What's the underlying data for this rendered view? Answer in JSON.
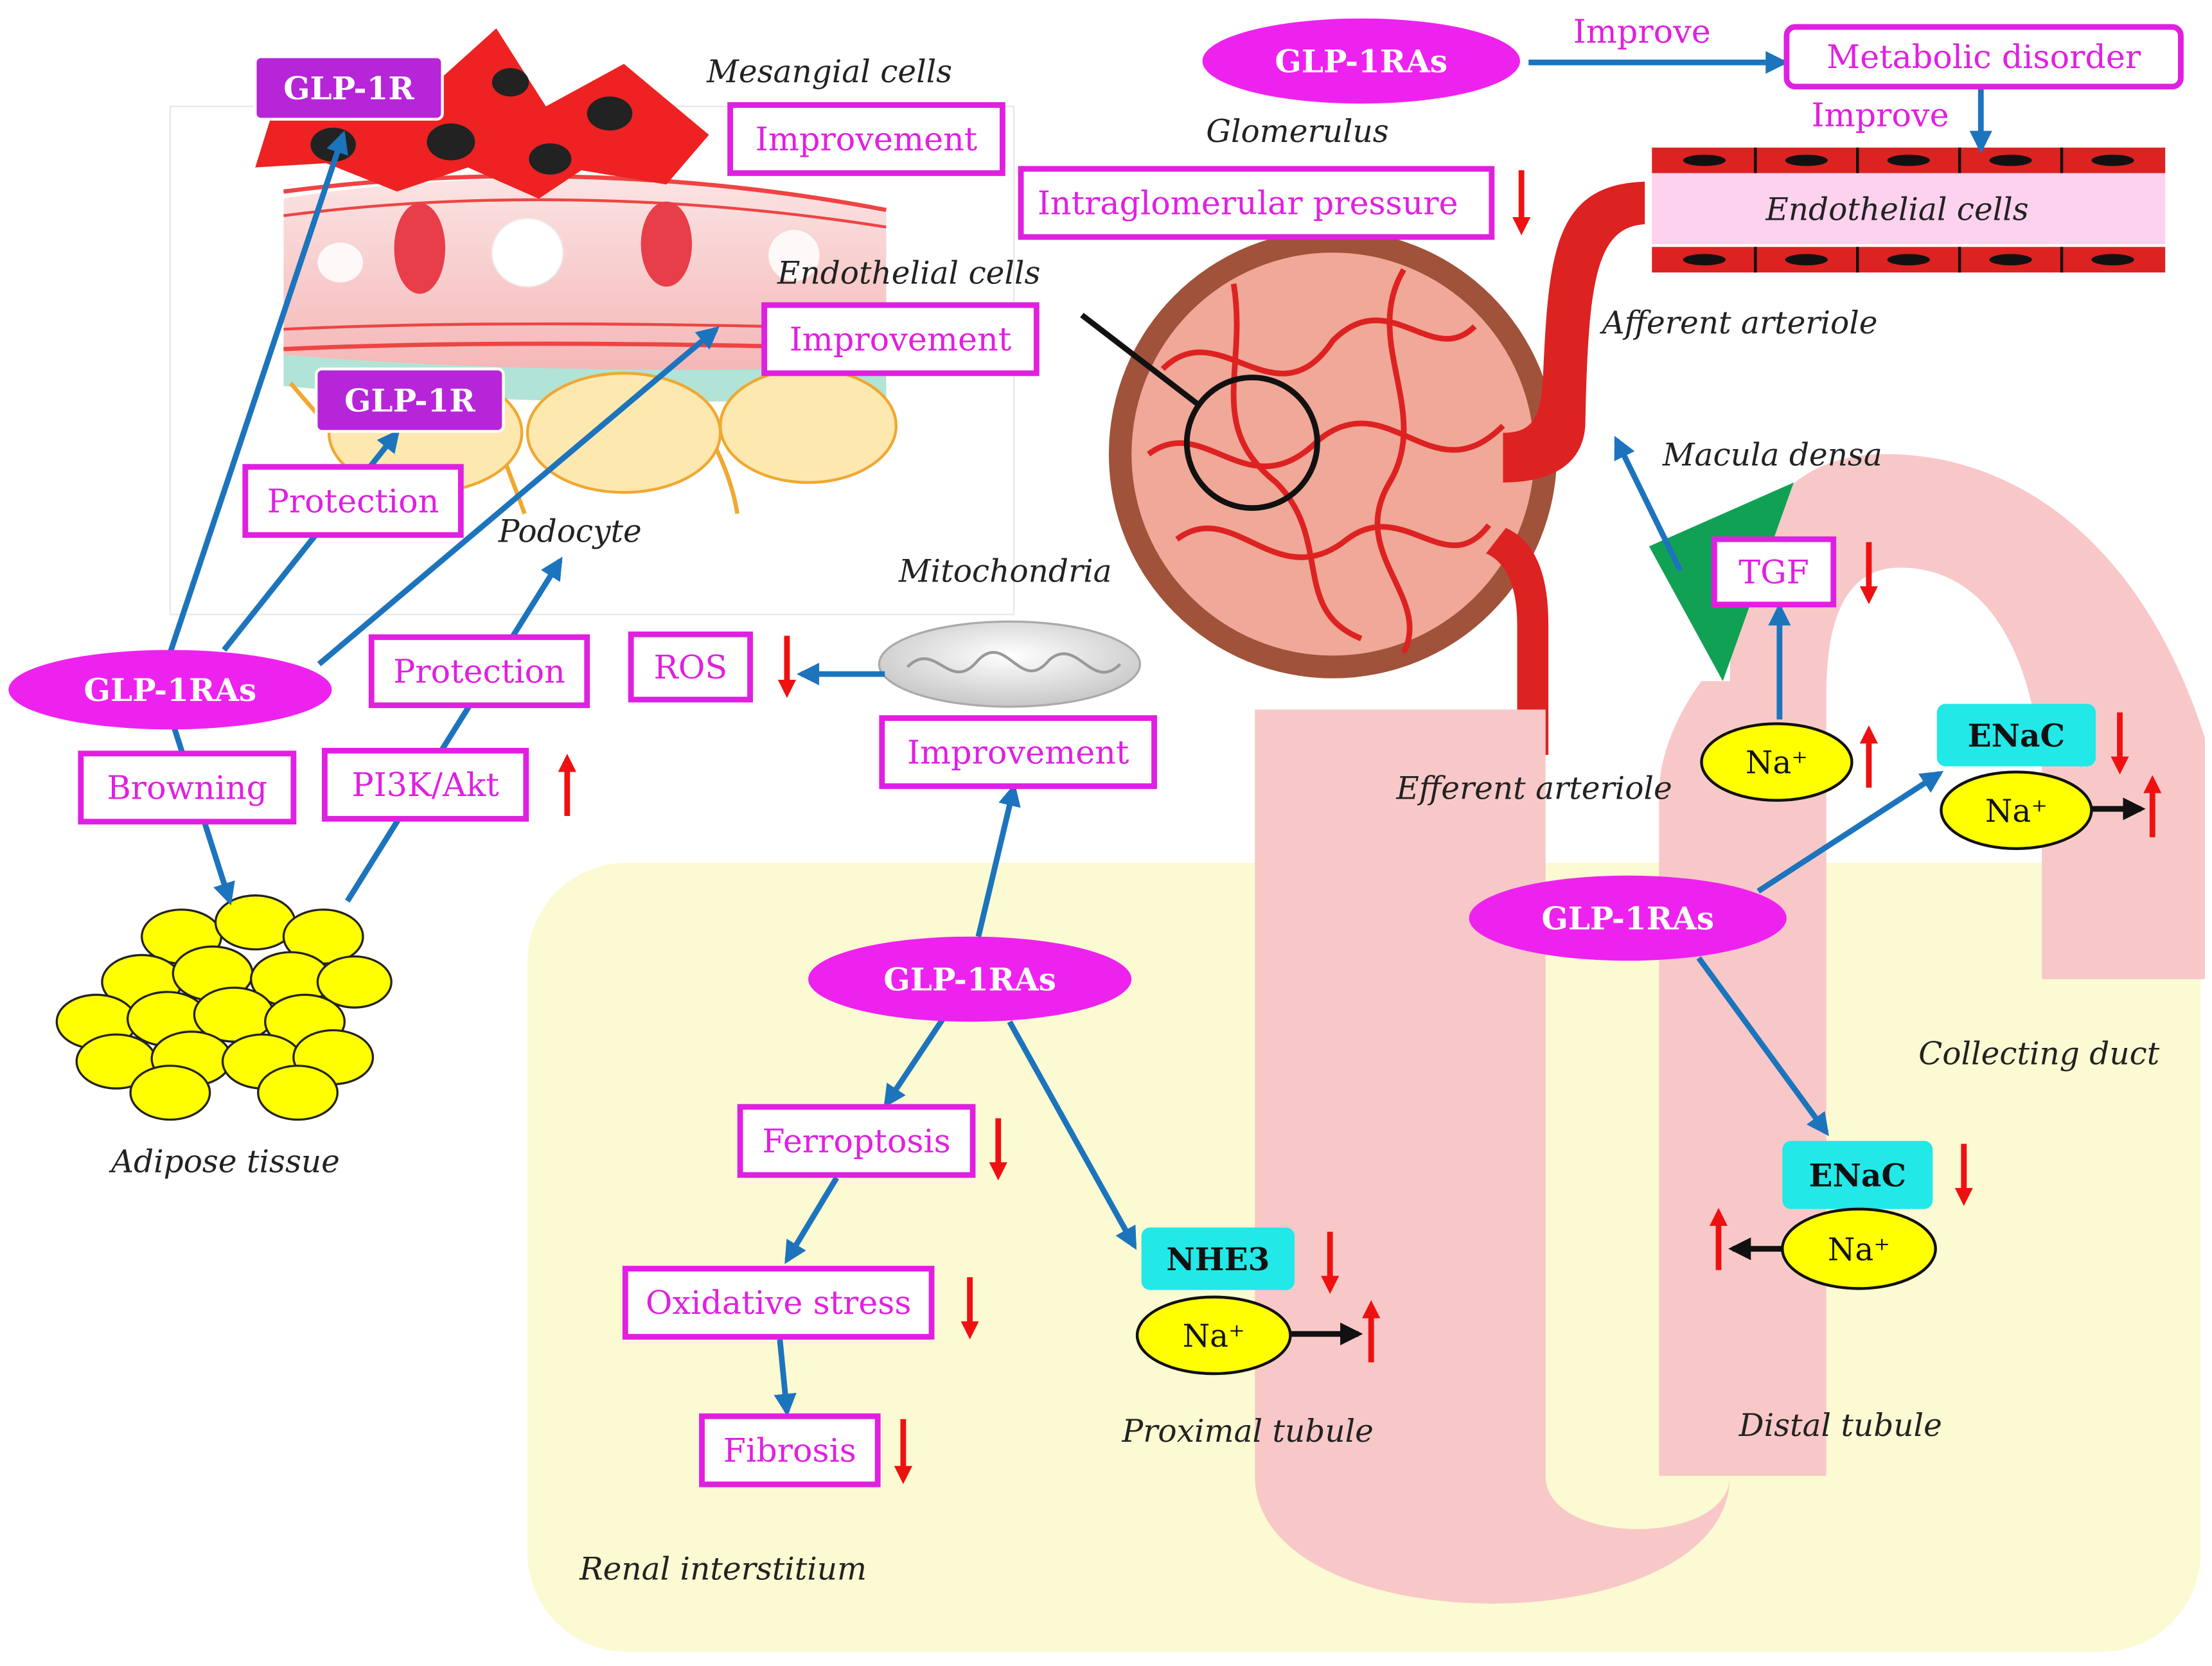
{
  "labels": {
    "mesangial": "Mesangial cells",
    "glomerulus": "Glomerulus",
    "endothelial_left": "Endothelial cells",
    "endothelial_right": "Endothelial cells",
    "podocyte": "Podocyte",
    "mitochondria": "Mitochondria",
    "afferent": "Afferent arteriole",
    "efferent": "Efferent arteriole",
    "macula": "Macula densa",
    "adipose": "Adipose tissue",
    "collecting": "Collecting duct",
    "distal": "Distal tubule",
    "proximal": "Proximal tubule",
    "interstitium": "Renal interstitium"
  },
  "drugs": {
    "left": "GLP-1RAs",
    "top": "GLP-1RAs",
    "center": "GLP-1RAs",
    "right": "GLP-1RAs"
  },
  "receptors": {
    "top": "GLP-1R",
    "podocyte": "GLP-1R"
  },
  "boxes": {
    "improvement_mesangial": "Improvement",
    "improvement_endothelial": "Improvement",
    "protection_podocyte": "Protection",
    "protection_pi3k": "Protection",
    "browning": "Browning",
    "pi3k": "PI3K/Akt",
    "ros": "ROS",
    "improvement_mito": "Improvement",
    "pressure": "Intraglomerular pressure",
    "metabolic": "Metabolic disorder",
    "tgf": "TGF",
    "ferroptosis": "Ferroptosis",
    "oxidative": "Oxidative stress",
    "fibrosis": "Fibrosis"
  },
  "arrow_text": {
    "improve_top": "Improve",
    "improve_right": "Improve"
  },
  "transporters": {
    "enac_top": "ENaC",
    "enac_bottom": "ENaC",
    "nhe3": "NHE3"
  },
  "ions": {
    "na_tgf": "Na⁺",
    "na_enac_top": "Na⁺",
    "na_enac_bottom": "Na⁺",
    "na_nhe3": "Na⁺"
  },
  "colors": {
    "magenta": "#e020e0",
    "drug_fill": "#ee22ee",
    "receptor_fill": "#b625d8",
    "blue_arrow": "#1c74bd",
    "red_arrow": "#ee1111",
    "transporter_fill": "#22e8e8",
    "ion_fill": "#ffff00",
    "interstitium_fill": "#fbfad2",
    "tubule_fill": "#f8c8c8",
    "vessel_red": "#dd2222",
    "macula_green": "#11a155"
  }
}
